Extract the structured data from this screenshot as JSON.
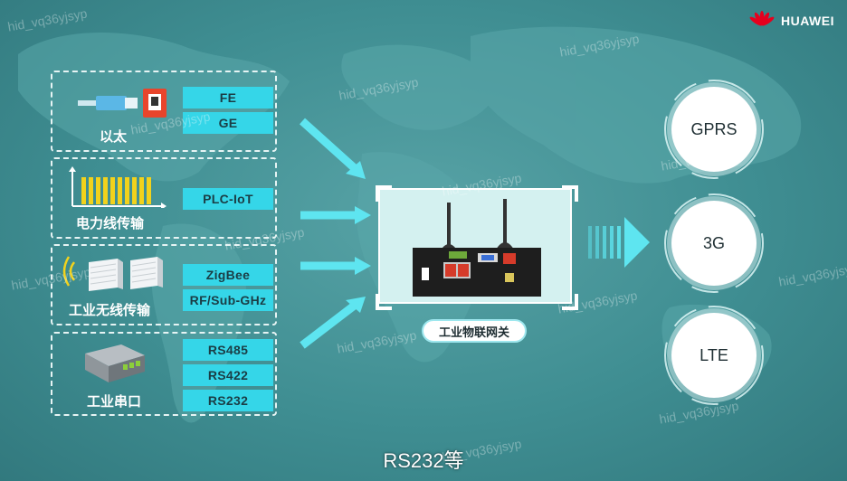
{
  "brand": {
    "name": "HUAWEI",
    "color": "#e6001e"
  },
  "watermark": "hid_vq36yjsyp",
  "panels": [
    {
      "label": "以太",
      "tags": [
        "FE",
        "GE"
      ],
      "icon": "ethernet-plug-icon"
    },
    {
      "label": "电力线传输",
      "tags": [
        "PLC-IoT"
      ],
      "icon": "powerline-signal-icon"
    },
    {
      "label": "工业无线传输",
      "tags": [
        "ZigBee",
        "RF/Sub-GHz"
      ],
      "icon": "wireless-signal-icon"
    },
    {
      "label": "工业串口",
      "tags": [
        "RS485",
        "RS422",
        "RS232"
      ],
      "icon": "serial-module-icon"
    }
  ],
  "gateway": {
    "label": "工业物联网关"
  },
  "networks": [
    "GPRS",
    "3G",
    "LTE"
  ],
  "caption": "RS232等",
  "colors": {
    "accent": "#35d6e8",
    "background": "#3f8e92",
    "gateway_fill": "#d4f1f0"
  }
}
